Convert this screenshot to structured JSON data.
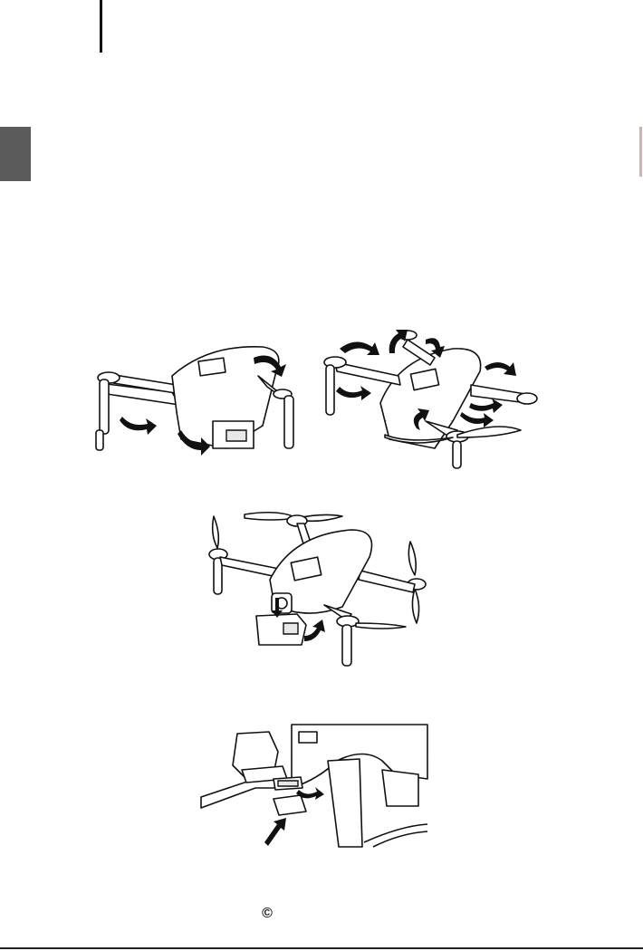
{
  "page": {
    "copyright_symbol": "©",
    "accent_gray": "#5b5b5b"
  },
  "figures": [
    {
      "id": "arms-folded-front-unfold",
      "icon": "drone-front-arms-icon"
    },
    {
      "id": "arms-rear-unfold",
      "icon": "drone-rear-arms-icon"
    },
    {
      "id": "drone-unfolded-battery",
      "icon": "drone-battery-icon"
    },
    {
      "id": "sd-card-insert",
      "icon": "sd-card-icon"
    }
  ]
}
